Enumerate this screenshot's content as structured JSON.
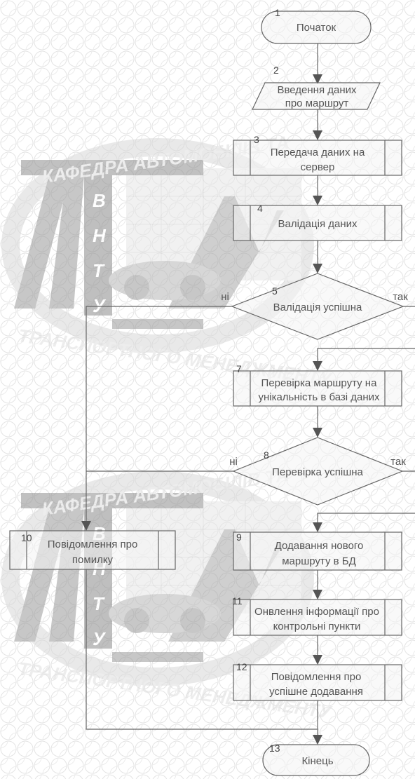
{
  "watermark": {
    "top_arc": "КАФЕДРА АВТОМОБІЛІВ ТА",
    "bottom_arc": "ТРАНСПОРТНОГО МЕНЕДЖМЕНТУ",
    "letters": [
      "В",
      "Н",
      "Т",
      "У"
    ]
  },
  "nodes": {
    "n1": {
      "num": "1",
      "lines": [
        "Початок"
      ]
    },
    "n2": {
      "num": "2",
      "lines": [
        "Введення даних",
        "про маршрут"
      ]
    },
    "n3": {
      "num": "3",
      "lines": [
        "Передача даних на",
        "сервер"
      ]
    },
    "n4": {
      "num": "4",
      "lines": [
        "Валідація даних"
      ]
    },
    "n5": {
      "num": "5",
      "lines": [
        "Валідація успішна"
      ],
      "no": "ні",
      "yes": "так"
    },
    "n7": {
      "num": "7",
      "lines": [
        "Перевірка маршруту на",
        "унікальність в базі даних"
      ]
    },
    "n8": {
      "num": "8",
      "lines": [
        "Перевірка успішна"
      ],
      "no": "ні",
      "yes": "так"
    },
    "n9": {
      "num": "9",
      "lines": [
        "Додавання нового",
        "маршруту в БД"
      ]
    },
    "n10": {
      "num": "10",
      "lines": [
        "Повідомлення про",
        "помилку"
      ]
    },
    "n11": {
      "num": "11",
      "lines": [
        "Онвлення інформації про",
        "контрольні пункти"
      ]
    },
    "n12": {
      "num": "12",
      "lines": [
        "Повідомлення про",
        "успішне додавання"
      ]
    },
    "n13": {
      "num": "13",
      "lines": [
        "Кінець"
      ]
    }
  }
}
